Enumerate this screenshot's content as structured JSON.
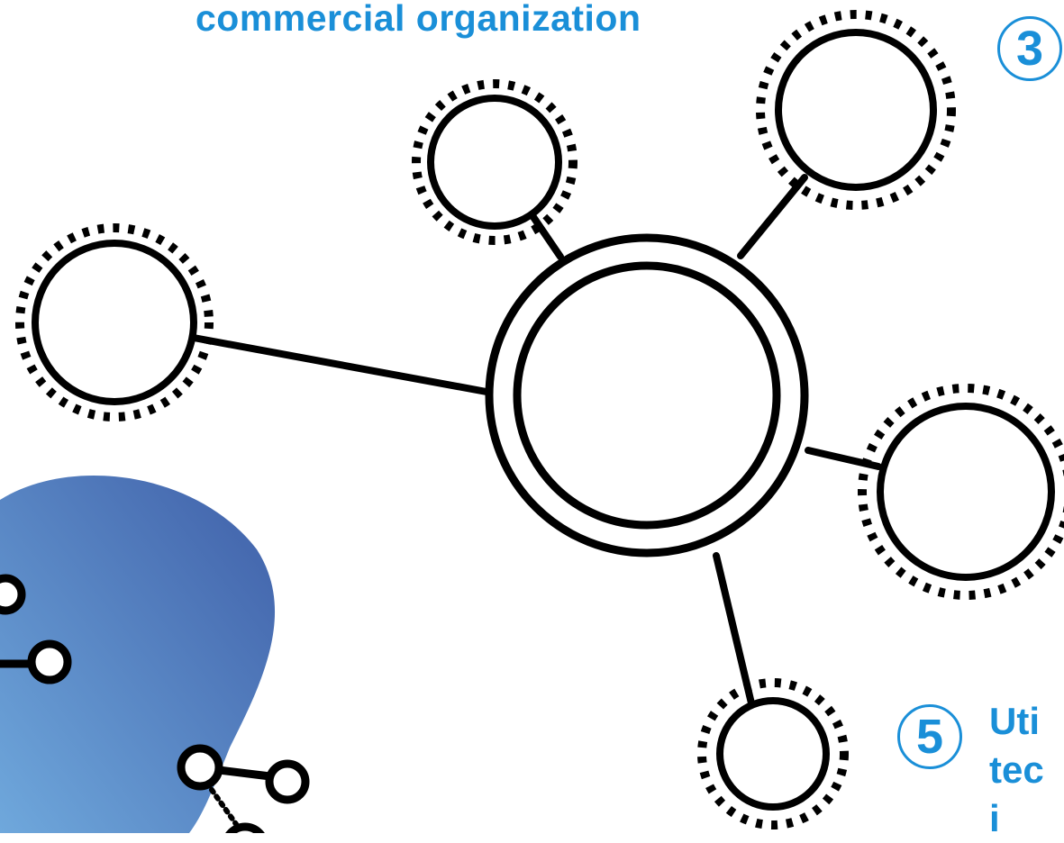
{
  "heading": {
    "text": "commercial organization"
  },
  "steps": [
    {
      "number": "3"
    },
    {
      "number": "5",
      "label_lines": [
        "Uti",
        "tec",
        "i"
      ]
    }
  ],
  "colors": {
    "accent": "#1a8fd8",
    "stroke": "#000000",
    "blob_top": "#3f5fa8",
    "blob_bottom": "#6fa8dc"
  }
}
